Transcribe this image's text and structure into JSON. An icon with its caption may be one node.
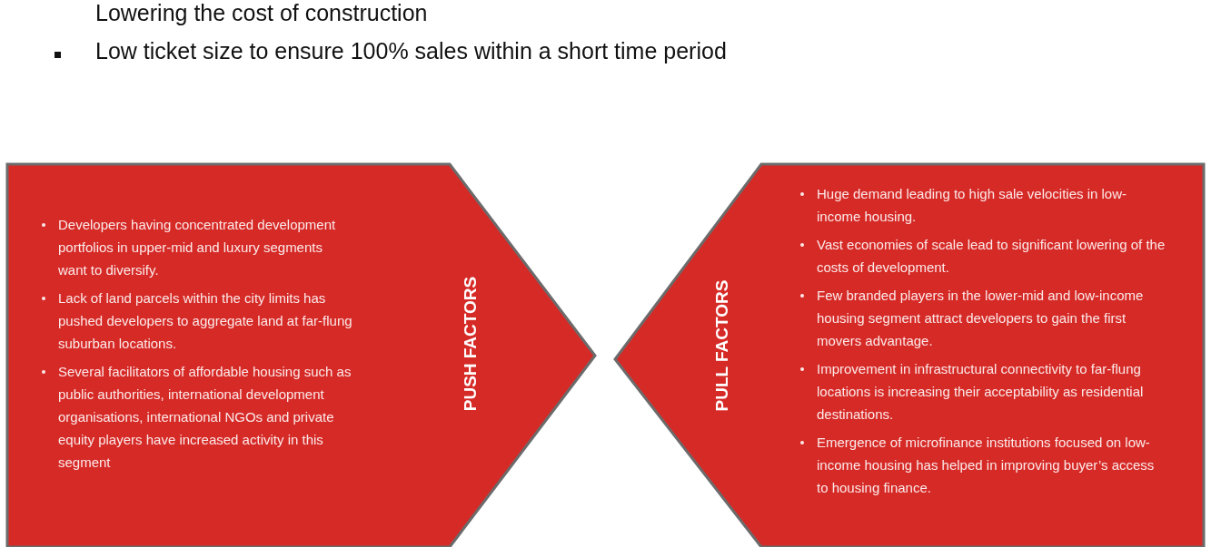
{
  "diagram": {
    "nodes": [
      {
        "text": [
          "PUSH FACTORS",
          "Developers having concentrated development portfolios in upper-mid and luxury segments want to diversify.",
          "Lack of land parcels within the city limits has pushed developers to aggregate land at far-flung suburban locations.",
          "Several facilitators of affordable housing such as public authorities, international development organisations, international NGOs and private equity players have increased activity in this segment"
        ]
      },
      {
        "text": [
          "PULL FACTORS",
          "Huge demand leading to high sale velocities in low-income housing.",
          "Vast economies of scale lead to significant lowering of the costs of development.",
          "Few branded players in the lower-mid and low-income housing segment attract developers to gain the first movers advantage.",
          "Improvement in infrastructural connectivity to far-flung locations is increasing their acceptability as residential destinations.",
          "Emergence of microfinance institutions focused on low-income housing has helped in improving buyer’s access to housing finance."
        ]
      }
    ],
    "labels": [
      "Lowering the cost of construction",
      "Low ticket size to ensure 100% sales within a short time period"
    ]
  }
}
